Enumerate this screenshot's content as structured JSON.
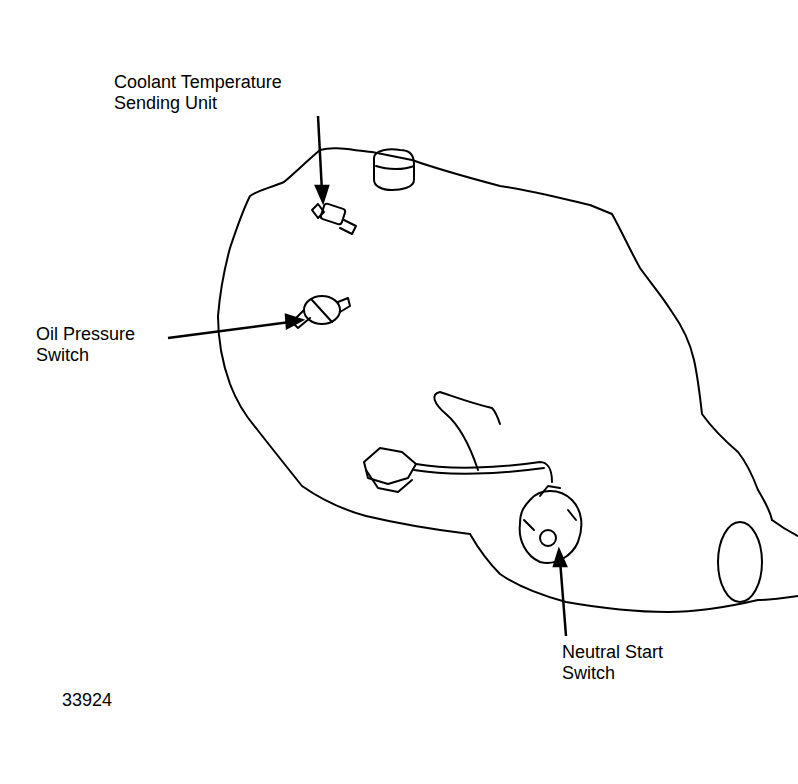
{
  "diagram": {
    "labels": [
      "Coolant Temperature Sending Unit",
      "Oil Pressure Switch",
      "Neutral Start Switch",
      "33924"
    ]
  }
}
